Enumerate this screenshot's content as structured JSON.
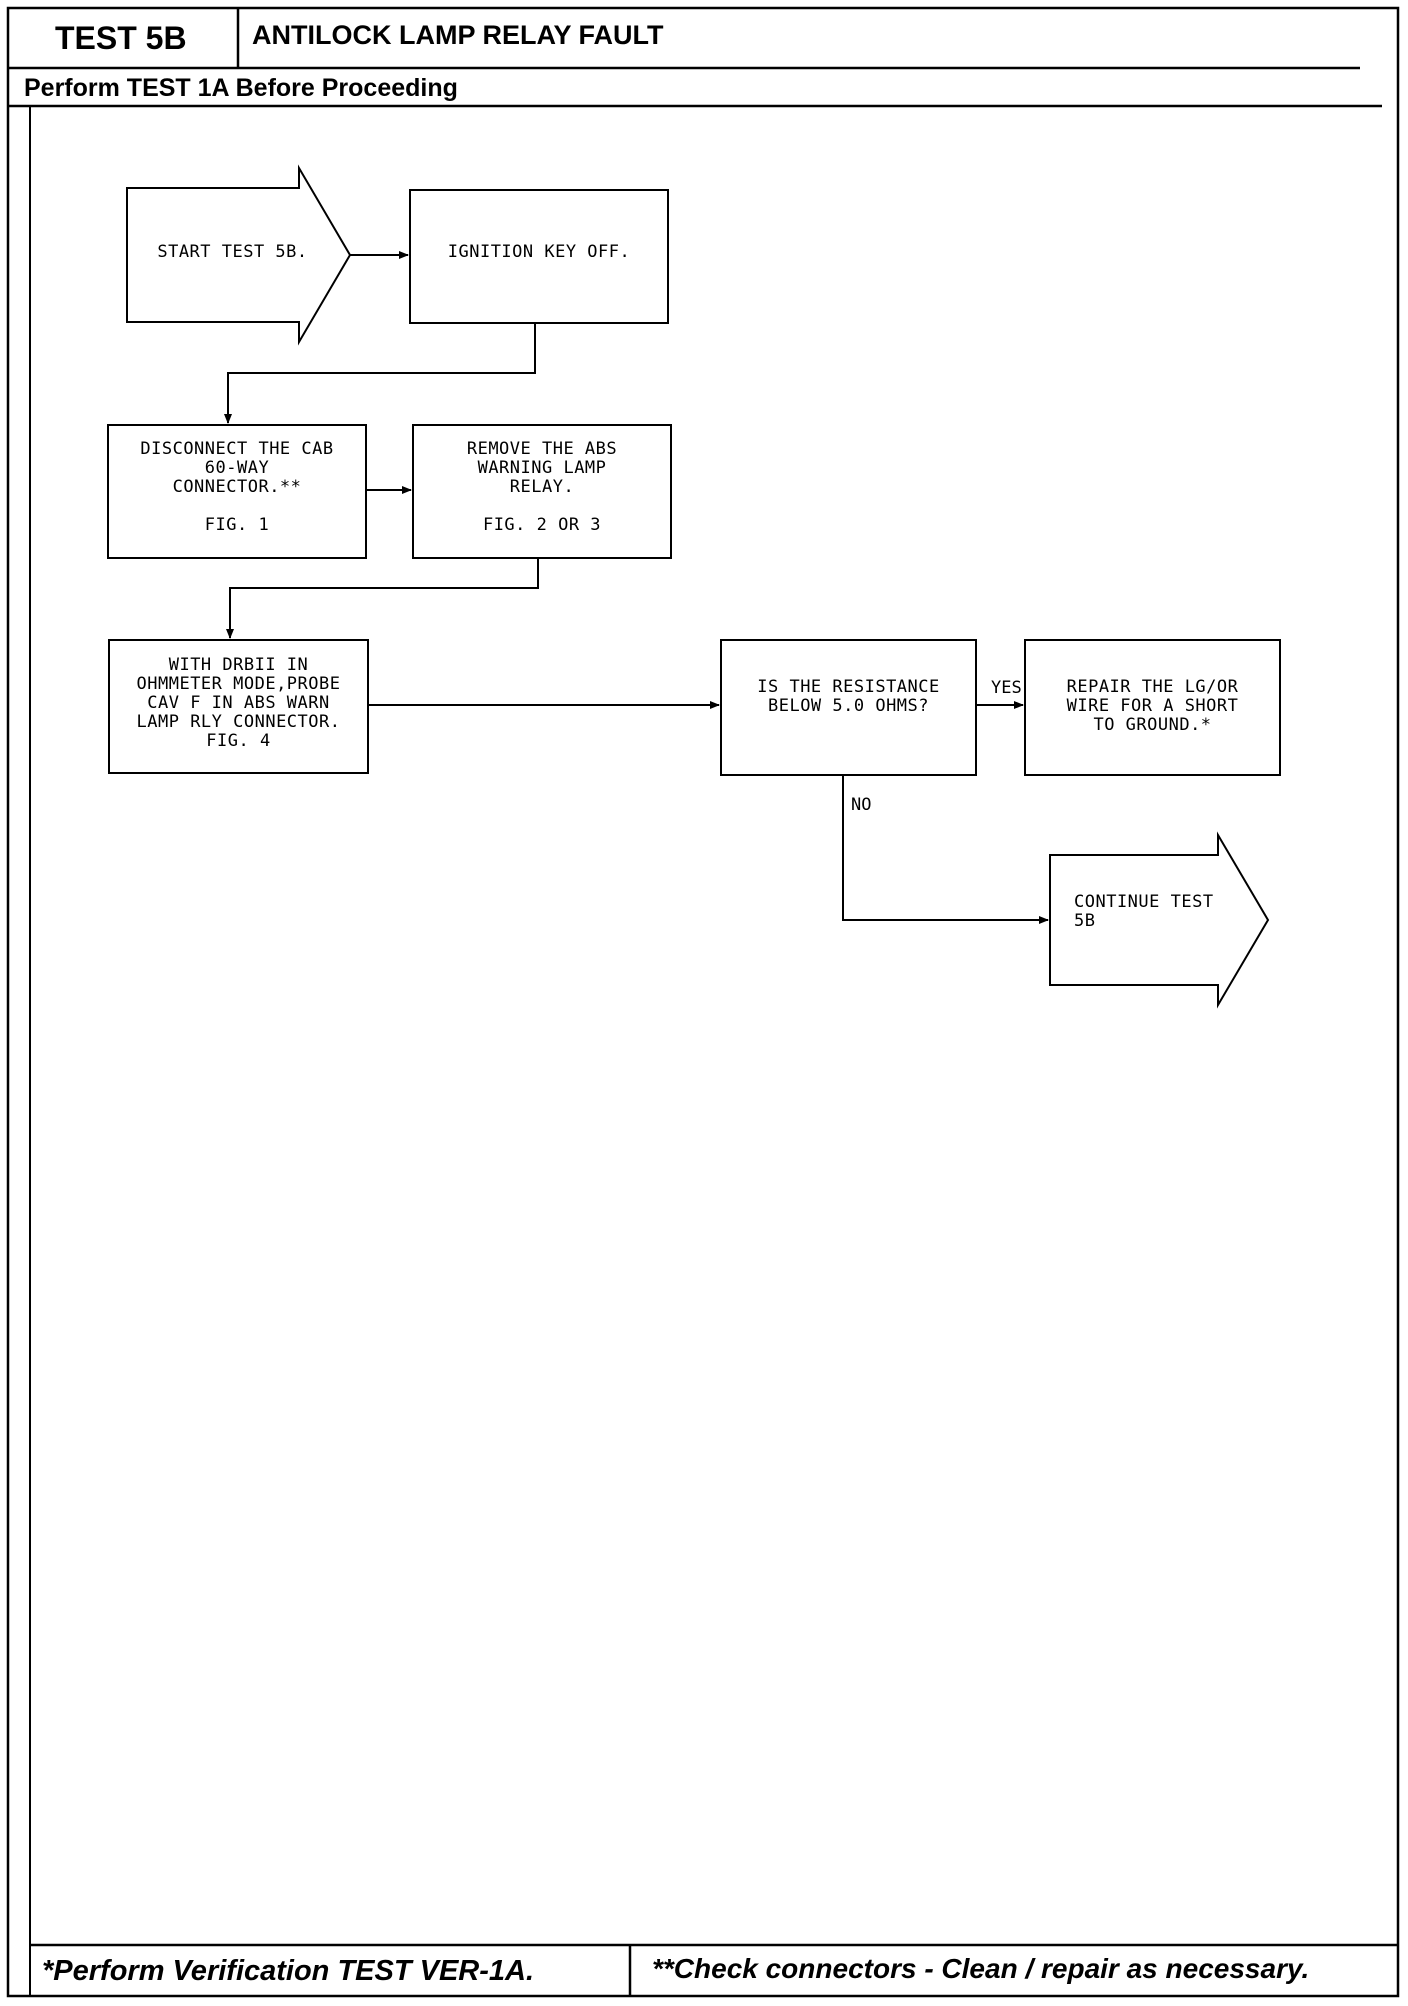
{
  "header": {
    "test_id": "TEST 5B",
    "title": "ANTILOCK LAMP RELAY FAULT",
    "prerequisite": "Perform TEST 1A Before Proceeding"
  },
  "flowchart": {
    "start": "START TEST 5B.",
    "ignition": "IGNITION KEY OFF.",
    "disconnect": "DISCONNECT THE CAB\n60-WAY\nCONNECTOR.**\n\nFIG. 1",
    "remove_relay": "REMOVE THE ABS\nWARNING LAMP\nRELAY.\n\nFIG. 2 OR 3",
    "probe": "WITH DRBII IN\nOHMMETER MODE,PROBE\nCAV F IN ABS WARN\nLAMP RLY CONNECTOR.\nFIG. 4",
    "question": "IS THE RESISTANCE\nBELOW 5.0 OHMS?",
    "repair": "REPAIR THE LG/OR\nWIRE FOR A SHORT\nTO GROUND.*",
    "continue": "CONTINUE TEST\n5B",
    "yes_label": "YES",
    "no_label": "NO"
  },
  "footer": {
    "note_left": "*Perform Verification TEST VER-1A.",
    "note_right": "**Check connectors - Clean / repair as necessary."
  }
}
